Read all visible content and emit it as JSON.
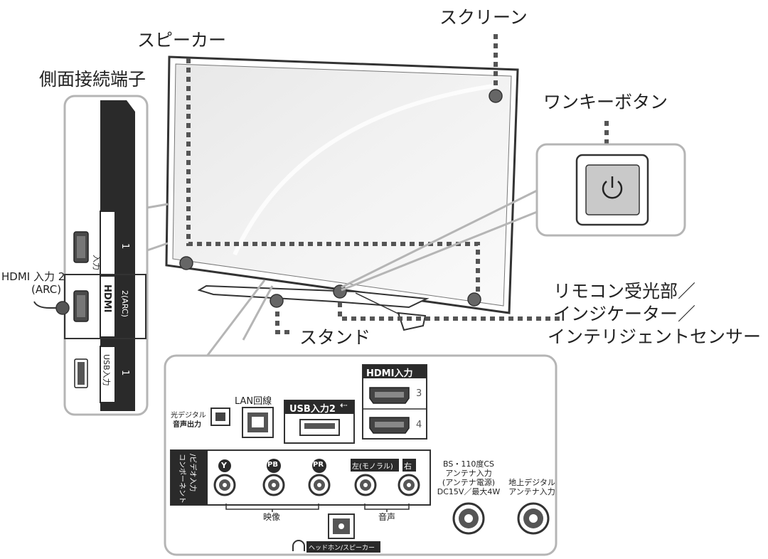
{
  "labels": {
    "screen": "スクリーン",
    "speaker": "スピーカー",
    "side_terminals": "側面接続端子",
    "one_key_button": "ワンキーボタン",
    "remote_receiver_line1": "リモコン受光部／",
    "remote_receiver_line2": "インジケーター／",
    "remote_receiver_line3": "インテリジェントセンサー",
    "stand": "スタンド",
    "hdmi2_arc_line1": "HDMI 入力 2",
    "hdmi2_arc_line2": "(ARC)"
  },
  "side_panel": {
    "input_label": "入力",
    "input_number": "1",
    "hdmi_label": "HDMI",
    "hdmi_number": "2(ARC)",
    "usb_label": "USB入力",
    "usb_number": "1"
  },
  "rear_panel": {
    "optical_line1": "光デジタル",
    "optical_line2": "音声出力",
    "lan": "LAN回線",
    "usb2": "USB入力2",
    "hdmi_header": "HDMI入力",
    "hdmi3": "3",
    "hdmi4": "4",
    "component_line1": "コンポーネント",
    "component_line2": "/ビデオ入力",
    "y": "Y",
    "pb": "PB",
    "pr": "PR",
    "left_mono": "左(モノラル)",
    "right": "右",
    "video": "映像",
    "audio": "音声",
    "bs_line1": "BS・110度CS",
    "bs_line2": "アンテナ入力",
    "bs_line3": "(アンテナ電源)",
    "bs_line4": "DC15V／最大4W",
    "terrestrial_line1": "地上デジタル",
    "terrestrial_line2": "アンテナ入力",
    "headphone": "ヘッドホン/スピーカー"
  },
  "colors": {
    "outline": "#555555",
    "dotted_leader": "#555555",
    "panel_border": "#b5b5b5",
    "dark_fill": "#2a2a2a",
    "button_fill": "#c9c9c9"
  }
}
